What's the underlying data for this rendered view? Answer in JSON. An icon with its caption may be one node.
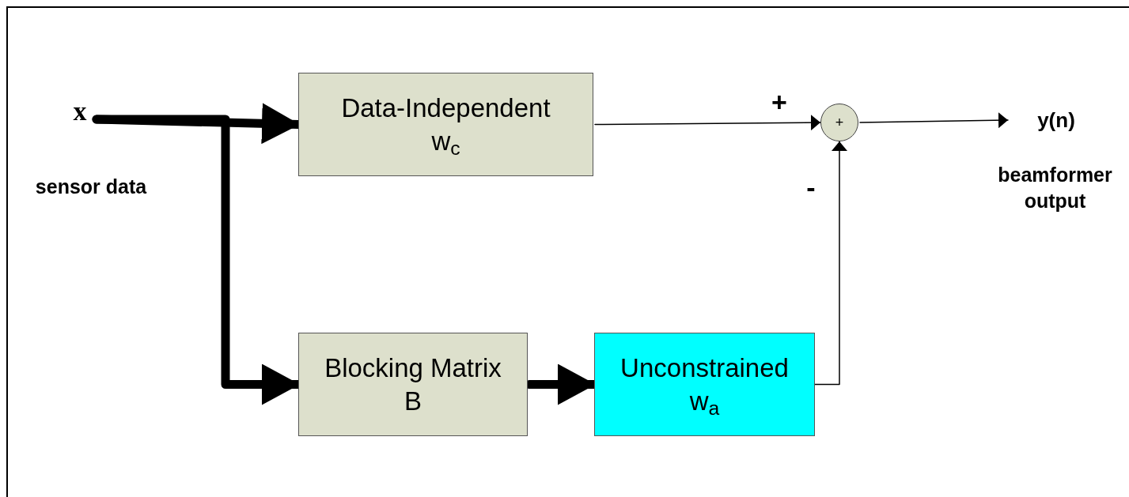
{
  "diagram": {
    "nodes": [
      {
        "text": [
          "x"
        ],
        "beside": [
          "sensor data"
        ]
      },
      {
        "text": [
          "Data-Independent",
          "w$_{c}$"
        ]
      },
      {
        "text": [
          "Blocking Matrix",
          "B"
        ]
      },
      {
        "text": [
          "Unconstrained",
          "w$_{a}$"
        ]
      },
      {
        "text": [
          "+"
        ]
      },
      {
        "text": [
          "y(n)"
        ],
        "beside": [
          "beamformer output"
        ]
      }
    ],
    "edges": [
      {
        "from": 0,
        "to": 1,
        "arrow": "to",
        "style": "thick"
      },
      {
        "from": 0,
        "to": 2,
        "arrow": "to",
        "style": "thick"
      },
      {
        "from": 2,
        "to": 3,
        "arrow": "to",
        "style": "thick"
      },
      {
        "from": 1,
        "to": 4,
        "arrow": "to"
      },
      {
        "from": 3,
        "to": 4,
        "arrow": "to"
      },
      {
        "from": 4,
        "to": 5,
        "arrow": "to"
      }
    ],
    "labels": [
      "+",
      "-"
    ]
  }
}
